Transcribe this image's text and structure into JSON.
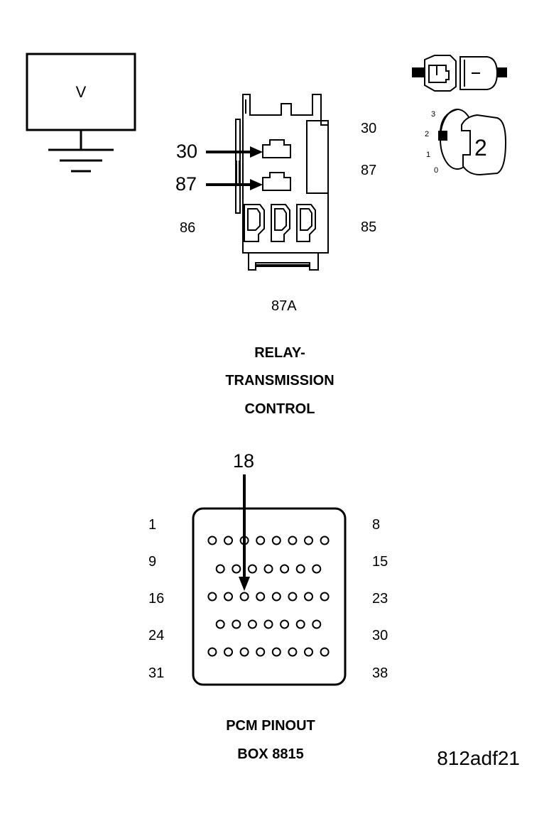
{
  "meter": {
    "label": "V"
  },
  "relay": {
    "left_labels": {
      "pin30": "30",
      "pin87": "87",
      "pin86": "86"
    },
    "right_labels": {
      "pin30": "30",
      "pin87": "87",
      "pin85": "85"
    },
    "bottom_label": "87A",
    "title_lines": [
      "RELAY-",
      "TRANSMISSION",
      "CONTROL"
    ]
  },
  "ignition": {
    "positions": [
      "3",
      "2",
      "1",
      "0"
    ],
    "key_position": "2"
  },
  "pcm": {
    "arrow_pin": "18",
    "row_labels_left": [
      "1",
      "9",
      "16",
      "24",
      "31"
    ],
    "row_labels_right": [
      "8",
      "15",
      "23",
      "30",
      "38"
    ],
    "title_lines": [
      "PCM PINOUT",
      "BOX 8815"
    ]
  },
  "figure_code": "812adf21"
}
